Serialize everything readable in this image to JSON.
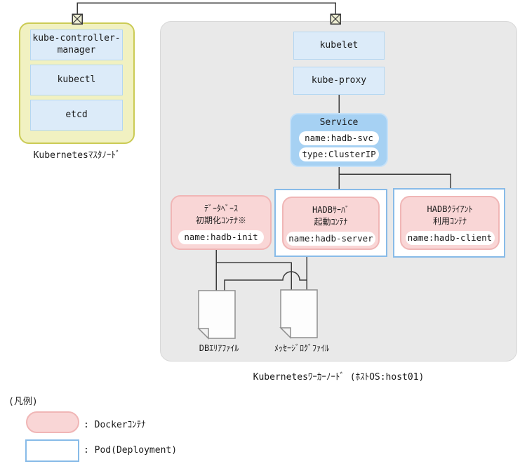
{
  "colors": {
    "master_node_fill": "#f1f1c1",
    "master_node_border": "#cbcb55",
    "component_fill": "#dcebf9",
    "component_border": "#b4d7f2",
    "worker_node_fill": "#e9e9e9",
    "service_fill": "#a6d1f3",
    "docker_container_fill": "#f9d6d6",
    "docker_container_border": "#f0b6b6",
    "pod_border": "#88bbe8",
    "connector_line": "#3a3a3a",
    "network_icon_fill": "#ededd2"
  },
  "master": {
    "label": "Kubernetesﾏｽﾀﾉｰﾄﾞ",
    "components": [
      "kube-controller-\nmanager",
      "kubectl",
      "etcd"
    ]
  },
  "worker": {
    "label": "Kubernetesﾜｰｶｰﾉｰﾄﾞ (ﾎｽﾄOS:host01)",
    "kubelet": "kubelet",
    "kube_proxy": "kube-proxy",
    "service": {
      "title": "Service",
      "name_pill": "name:hadb-svc",
      "type_pill": "type:ClusterIP"
    },
    "containers": [
      {
        "title": "ﾃﾞｰﾀﾍﾞｰｽ\n初期化ｺﾝﾃﾅ※",
        "pill": "name:hadb-init"
      },
      {
        "title": "HADBｻｰﾊﾞ\n起動ｺﾝﾃﾅ",
        "pill": "name:hadb-server"
      },
      {
        "title": "HADBｸﾗｲｱﾝﾄ\n利用ｺﾝﾃﾅ",
        "pill": "name:hadb-client"
      }
    ],
    "files": [
      {
        "label": "DBｴﾘｱﾌｧｲﾙ"
      },
      {
        "label": "ﾒｯｾｰｼﾞﾛｸﾞﾌｧｲﾙ"
      }
    ]
  },
  "legend": {
    "title": "(凡例)",
    "docker_label": ": Dockerｺﾝﾃﾅ",
    "pod_label": ": Pod(Deployment)"
  }
}
